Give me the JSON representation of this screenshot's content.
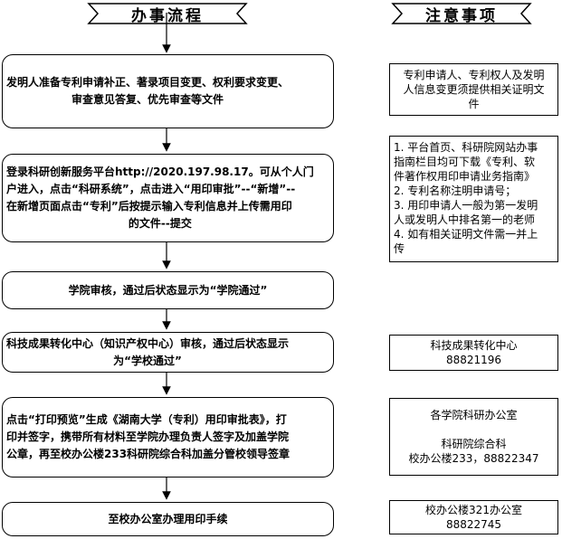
{
  "headers": {
    "flow": "办事流程",
    "notes": "注意事项"
  },
  "steps": [
    {
      "lines": [
        "发明人准备专利申请补正、著录项目变更、权利要求变更、",
        "审查意见答复、优先审查等文件"
      ]
    },
    {
      "lines": [
        "登录科研创新服务平台http://2020.197.98.17。可从个人门",
        "户进入，点击“科研系统”，点击进入“用印审批”--“新增”--",
        "在新增页面点击“专利”后按提示输入专利信息并上传需用印",
        "的文件--提交"
      ]
    },
    {
      "lines": [
        "学院审核，通过后状态显示为“学院通过”"
      ]
    },
    {
      "lines": [
        "科技成果转化中心（知识产权中心）审核，通过后状态显示",
        "为“学校通过”"
      ]
    },
    {
      "lines": [
        "点击“打印预览”生成《湖南大学（专利）用印审批表》，打",
        "印并签字，携带所有材料至学院办理负责人签字及加盖学院",
        "公章，再至校办公楼233科研院综合科加盖分管校领导签章"
      ]
    },
    {
      "lines": [
        "至校办公室办理用印手续"
      ]
    }
  ],
  "notes": [
    {
      "lines": [
        "专利申请人、专利权人及发明",
        "人信息变更须提供相关证明文",
        "件"
      ]
    },
    {
      "lines": [
        "1. 平台首页、科研院网站办事",
        "指南栏目均可下载《专利、软",
        "件著作权用印申请业务指南》",
        "2. 专利名称注明申请号；",
        "3. 用印申请人一般为第一发明",
        "人或发明人中排名第一的老师",
        "4. 如有相关证明文件需一并上",
        "传"
      ]
    },
    {
      "lines": [
        "科技成果转化中心",
        "88821196"
      ]
    },
    {
      "lines": [
        "各学院科研办公室",
        "",
        "科研院综合科",
        "校办公楼233，88822347"
      ]
    },
    {
      "lines": [
        "校办公楼321办公室",
        "88822745"
      ]
    }
  ]
}
